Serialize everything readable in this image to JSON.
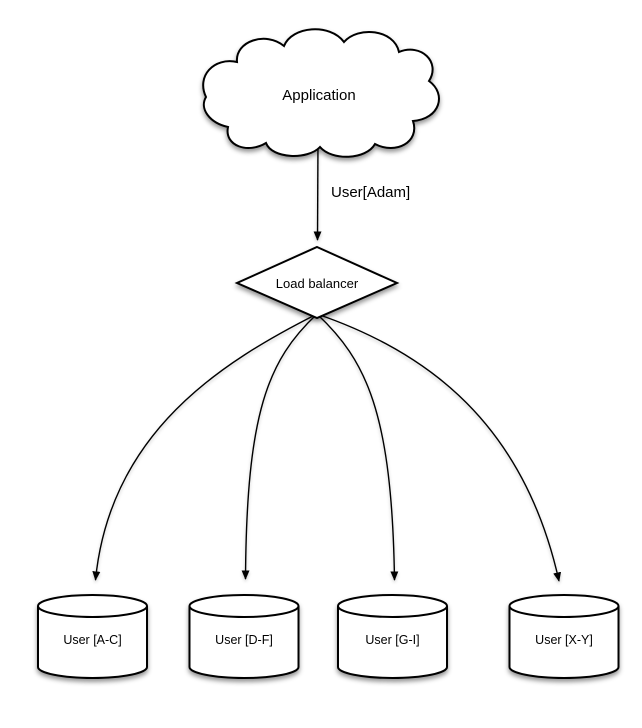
{
  "diagram": {
    "application": {
      "label": "Application",
      "shape": "cloud"
    },
    "request_edge": {
      "label": "User[Adam]",
      "from": "application",
      "to": "load_balancer"
    },
    "load_balancer": {
      "label": "Load balancer",
      "shape": "diamond"
    },
    "databases": [
      {
        "label": "User [A-C]",
        "shape": "cylinder"
      },
      {
        "label": "User [D-F]",
        "shape": "cylinder"
      },
      {
        "label": "User [G-I]",
        "shape": "cylinder"
      },
      {
        "label": "User [X-Y]",
        "shape": "cylinder"
      }
    ],
    "colors": {
      "stroke": "#000000",
      "node_fill": "#ffffff",
      "background": "#ffffff",
      "text": "#000000"
    }
  }
}
